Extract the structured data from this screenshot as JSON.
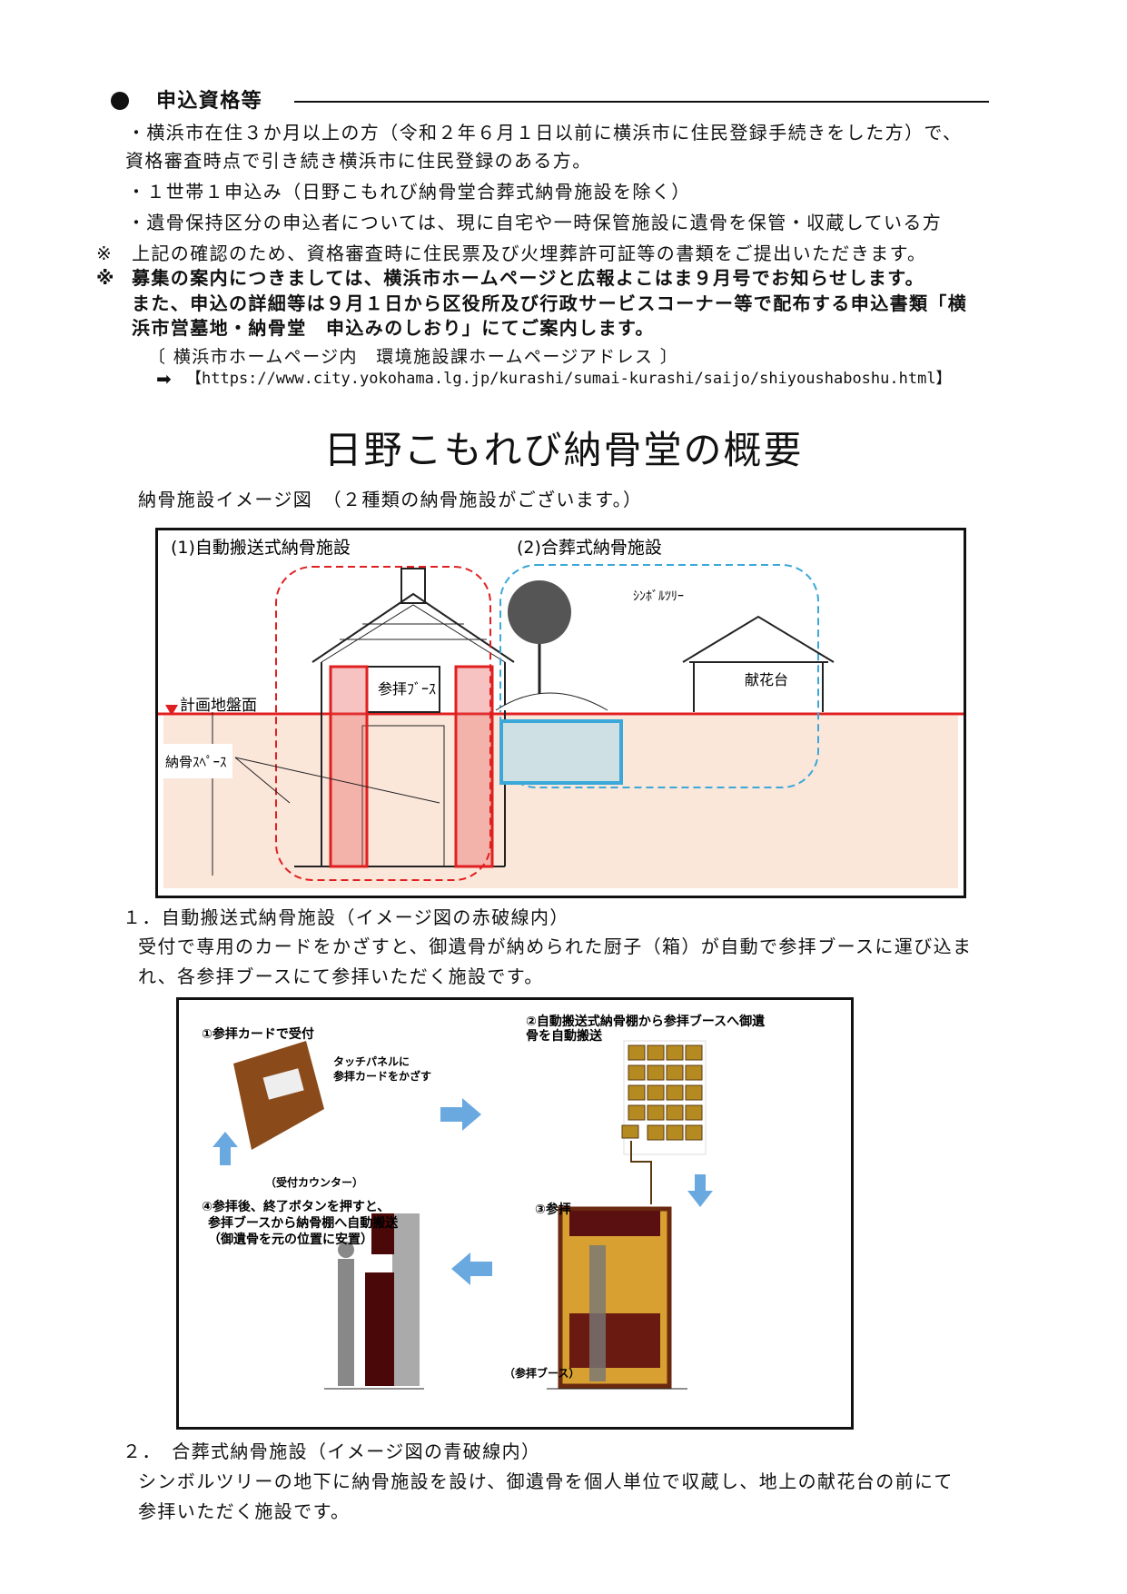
{
  "eligibility": {
    "heading": "申込資格等",
    "items": [
      "・横浜市在住３か月以上の方（令和２年６月１日以前に横浜市に住民登録手続きをした方）で、",
      "資格審査時点で引き続き横浜市に住民登録のある方。",
      "・１世帯１申込み（日野こもれび納骨堂合葬式納骨施設を除く）",
      "・遺骨保持区分の申込者については、現に自宅や一時保管施設に遺骨を保管・収蔵している方"
    ],
    "note1_mark": "※",
    "note1": "上記の確認のため、資格審査時に住民票及び火埋葬許可証等の書類をご提出いただきます。",
    "note2_mark": "※",
    "note2_lines": [
      "募集の案内につきましては、横浜市ホームページと広報よこはま９月号でお知らせします。",
      "また、申込の詳細等は９月１日から区役所及び行政サービスコーナー等で配布する申込書類「横",
      "浜市営墓地・納骨堂　申込みのしおり」にてご案内します。"
    ],
    "link_label": "〔 横浜市ホームページ内　環境施設課ホームページアドレス 〕",
    "link_arrow": "➡",
    "link_url": "【https://www.city.yokohama.lg.jp/kurashi/sumai-kurashi/saijo/shiyoushaboshu.html】"
  },
  "overview": {
    "title": "日野こもれび納骨堂の概要",
    "figure_caption": "納骨施設イメージ図　（２種類の納骨施設がございます。）",
    "figure1": {
      "label_auto": "(1)自動搬送式納骨施設",
      "label_joint": "(2)合葬式納骨施設",
      "symbol_tree": "ｼﾝﾎﾞﾙﾂﾘｰ",
      "flower_stand": "献花台",
      "booth": "参拝ﾌﾞｰｽ",
      "ground_level": "計画地盤面",
      "storage_space": "納骨ｽﾍﾟｰｽ"
    },
    "section1": {
      "heading": "１．自動搬送式納骨施設（イメージ図の赤破線内）",
      "body": [
        "受付で専用のカードをかざすと、御遺骨が納められた厨子（箱）が自動で参拝ブースに運び込ま",
        "れ、各参拝ブースにて参拝いただく施設です。"
      ]
    },
    "figure2": {
      "step1": "①参拝カードで受付",
      "touch_lines": [
        "タッチパネルに",
        "参拝カードをかざす"
      ],
      "counter": "（受付カウンター）",
      "step2_lines": [
        "②自動搬送式納骨棚から参拝ブースへ御遺",
        "骨を自動搬送"
      ],
      "step3": "③参拝",
      "step4_lines": [
        "④参拝後、終了ボタンを押すと、",
        "参拝ブースから納骨棚へ自動搬送",
        "（御遺骨を元の位置に安置）"
      ],
      "booth": "（参拝ブース）"
    },
    "section2": {
      "heading": "２．　合葬式納骨施設（イメージ図の青破線内）",
      "body": [
        "シンボルツリーの地下に納骨施設を設け、御遺骨を個人単位で収蔵し、地上の献花台の前にて",
        "参拝いただく施設です。"
      ]
    }
  },
  "colors": {
    "red": "#e02020",
    "blue": "#3aa8d8",
    "soil": "#fbe6da",
    "wood": "#8a4a1a"
  }
}
